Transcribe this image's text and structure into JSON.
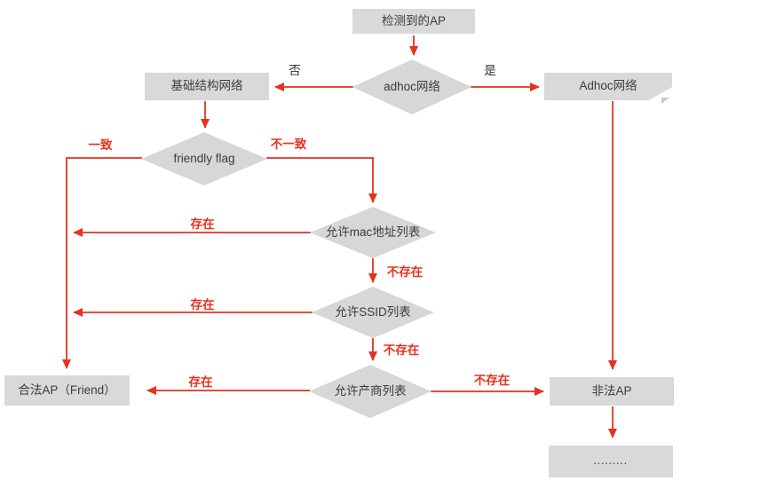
{
  "title": "AP detection flowchart",
  "colors": {
    "node_fill": "#d9d9d9",
    "node_text": "#3c3c3c",
    "arrow_red": "#e5321f",
    "label_black": "#333333",
    "background": "#ffffff"
  },
  "nodes": {
    "detected_ap": {
      "label": "检测到的AP",
      "shape": "rect"
    },
    "adhoc_decision": {
      "label": "adhoc网络",
      "shape": "diamond"
    },
    "infrastructure": {
      "label": "基础结构网络",
      "shape": "rect"
    },
    "adhoc_network": {
      "label": "Adhoc网络",
      "shape": "rect"
    },
    "friendly_flag": {
      "label": "friendly flag",
      "shape": "diamond"
    },
    "mac_list": {
      "label": "允许mac地址列表",
      "shape": "diamond"
    },
    "ssid_list": {
      "label": "允许SSID列表",
      "shape": "diamond"
    },
    "vendor_list": {
      "label": "允许产商列表",
      "shape": "diamond"
    },
    "legal_ap": {
      "label": "合法AP（Friend）",
      "shape": "rect"
    },
    "illegal_ap": {
      "label": "非法AP",
      "shape": "rect"
    },
    "ellipsis": {
      "label": ".........",
      "shape": "rect"
    }
  },
  "edge_labels": {
    "no": "否",
    "yes": "是",
    "match": "一致",
    "mismatch": "不一致",
    "exists_mac": "存在",
    "not_exists_mac": "不存在",
    "exists_ssid": "存在",
    "not_exists_ssid": "不存在",
    "exists_vendor": "存在",
    "not_exists_vendor": "不存在"
  }
}
